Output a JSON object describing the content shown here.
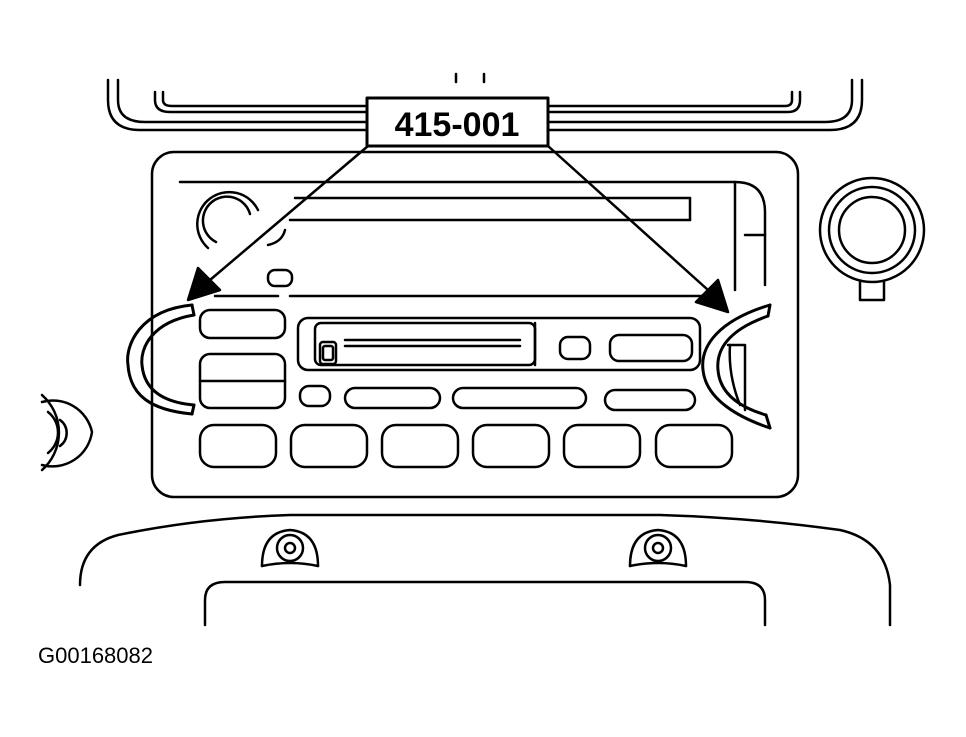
{
  "callout": {
    "tool_number": "415-001"
  },
  "figure_id": "G00168082",
  "colors": {
    "line": "#000000",
    "background": "#ffffff"
  },
  "parts": {
    "removal_tool_count": 2,
    "preset_buttons": 6,
    "mounting_screws": 2
  }
}
